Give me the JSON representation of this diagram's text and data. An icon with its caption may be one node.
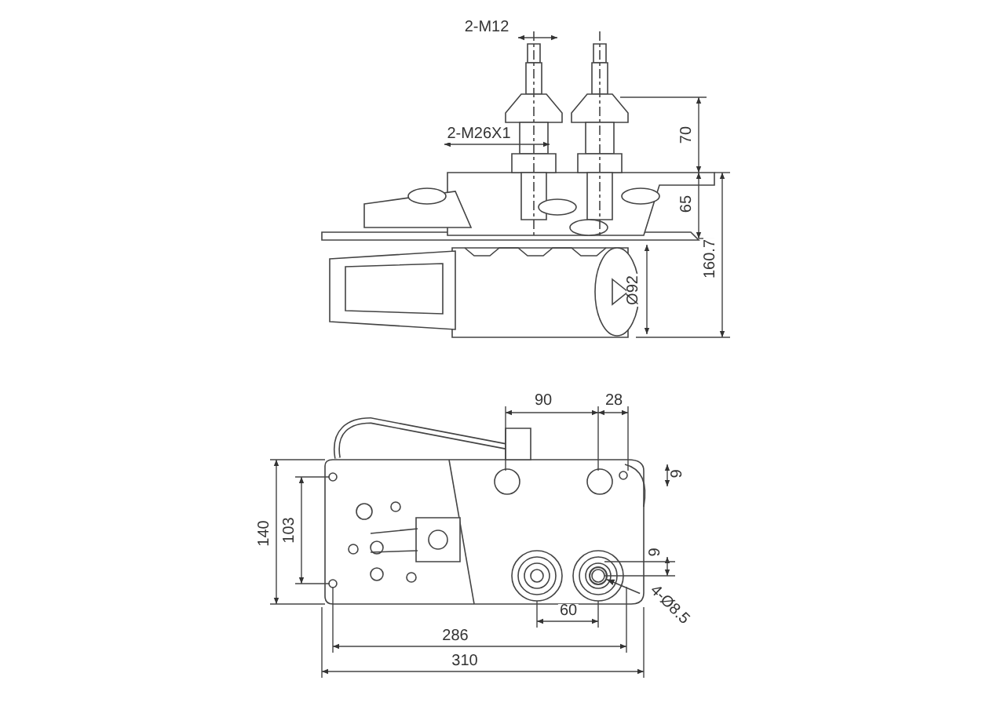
{
  "diagram": {
    "nodes": [
      {
        "text": [
          "4-Ø8.5"
        ]
      },
      {
        "text": [],
        "shape": "circle"
      }
    ],
    "edges": [
      {
        "from": 0,
        "to": 1,
        "arrow": "to"
      }
    ],
    "labels": [
      "2-M12",
      "2-M26X1",
      "70",
      "65",
      "160.7",
      "Ø92",
      "90",
      "28",
      "9",
      "140",
      "103",
      "9",
      "60",
      "286",
      "310"
    ]
  }
}
